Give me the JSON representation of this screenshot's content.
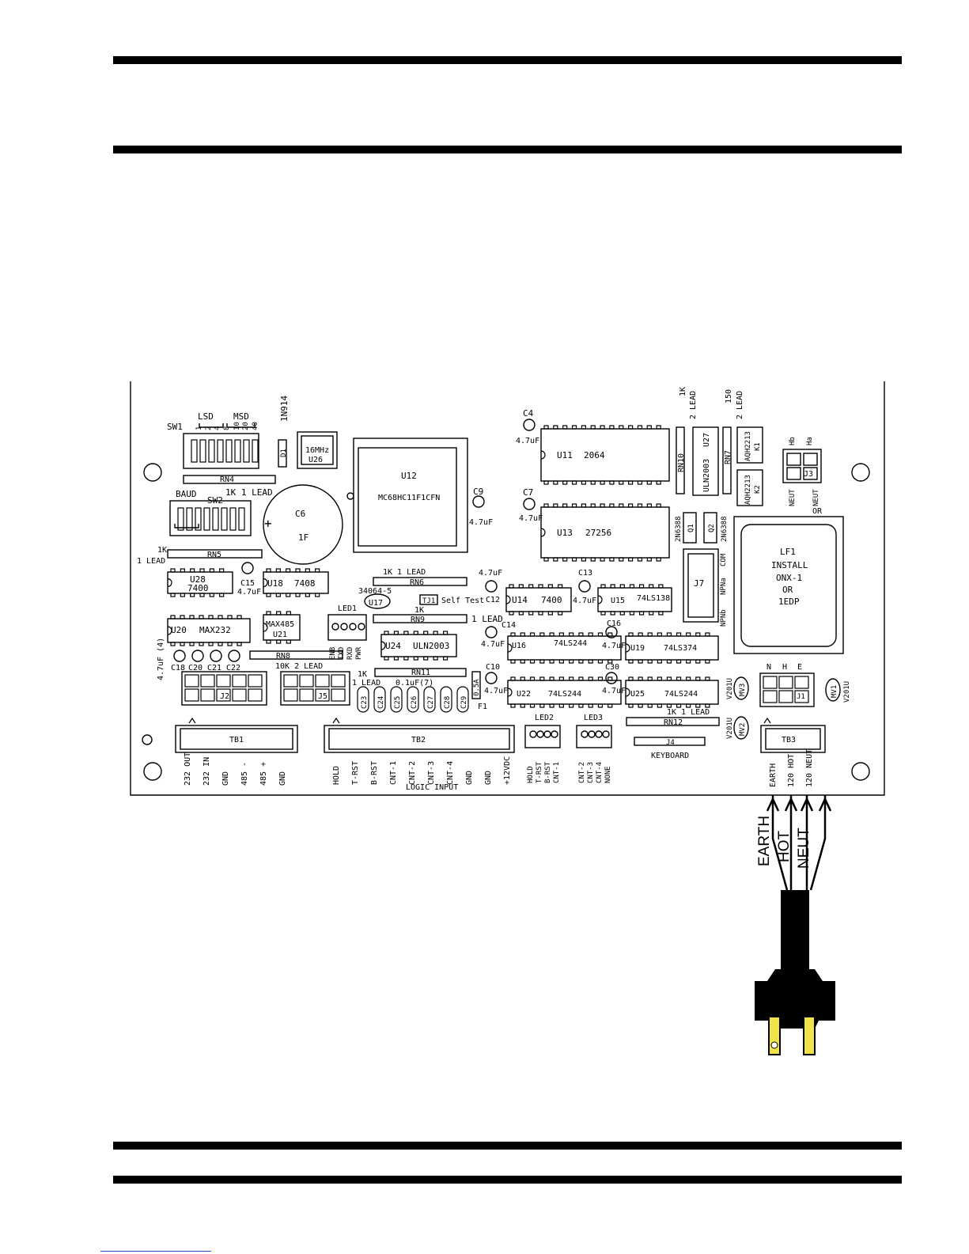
{
  "board": {
    "sw1": "SW1",
    "lsd": "LSD",
    "msd": "MSD",
    "sw1_bits": [
      "1",
      "2",
      "4",
      "8",
      "10",
      "20",
      "40"
    ],
    "d1_part": "1N914",
    "d1": "D1",
    "u26": "U26",
    "u26_freq": "16MHz",
    "u12": "U12",
    "u12_part": "MC68HC11F1CFN",
    "c4": "C4",
    "c4_val": "4.7uF",
    "c7": "C7",
    "c7_val": "4.7uF",
    "c9": "C9",
    "c9_val": "4.7uF",
    "u11": "U11",
    "u11_part": "2064",
    "u13": "U13",
    "u13_part": "27256",
    "rn10": "RN10",
    "rn10_val": "1K",
    "rn10_lead": "2 LEAD",
    "u27": "U27",
    "u27_part": "ULN2003",
    "rn7": "RN7",
    "rn7_val": "150",
    "rn7_lead": "2 LEAD",
    "k1": "K1",
    "k1_part": "AQH2213",
    "k2": "K2",
    "k2_part": "AQH2213",
    "j3": "J3",
    "j3_hb": "Hb",
    "j3_ha": "Ha",
    "j3_neut1": "NEUT",
    "j3_neut2": "NEUT",
    "j3_or": "OR",
    "q1": "Q1",
    "q1_part": "2N6388",
    "q2": "Q2",
    "q2_part": "2N6388",
    "lf1": "LF1",
    "lf1_install": "INSTALL",
    "lf1_opt1": "ONX-1",
    "lf1_or": "OR",
    "lf1_opt2": "1EDP",
    "rn4": "RN4",
    "rn4_val": "1K 1 LEAD",
    "baud": "BAUD",
    "sw2": "SW2",
    "c6": "C6",
    "c6_val": "1F",
    "c6_plus": "+",
    "rn5": "RN5",
    "rn5_val": "1K",
    "rn5_lead": "1 LEAD",
    "u28": "U28",
    "u28_part": "7400",
    "c15": "C15",
    "c15_val": "4.7uF",
    "u18": "U18",
    "u18_part": "7408",
    "rn6": "RN6",
    "rn6_val": "1K  1 LEAD",
    "u17_part": "34064-5",
    "u17": "U17",
    "tj1": "TJ1",
    "self_test": "Self Test",
    "rn9": "RN9",
    "rn9_val": "1K",
    "rn9_lead": "1 LEAD",
    "c12": "C12",
    "c12_val": "4.7uF",
    "u14": "U14",
    "u14_part": "7400",
    "c13": "C13",
    "c13_val": "4.7uF",
    "u15": "U15",
    "u15_part": "74LS138",
    "j7": "J7",
    "j7_com": "COM",
    "j7_npna": "NPNa",
    "j7_npnb": "NPNb",
    "u20": "U20",
    "u20_part": "MAX232",
    "u21": "U21",
    "u21_part": "MAX485",
    "led1": "LED1",
    "led1_pins": [
      "ENB",
      "TXD",
      "RXD",
      "PWR"
    ],
    "u24": "U24",
    "u24_part": "ULN2003",
    "c14": "C14",
    "c14_val": "4.7uF",
    "u16": "U16",
    "u16_part": "74LS244",
    "c16": "C16",
    "c16_val": "4.7uF",
    "u19": "U19",
    "u19_part": "74LS374",
    "caps_small": [
      "C18",
      "C20",
      "C21",
      "C22"
    ],
    "caps_small_val": "4.7uF (4)",
    "rn8": "RN8",
    "rn8_val": "10K  2 LEAD",
    "j2": "J2",
    "j5": "J5",
    "rn11": "RN11",
    "rn11_val": "1K",
    "rn11_lead": "1 LEAD",
    "rn11_caps_val": "0.1uF(7)",
    "caps_row": [
      "C23",
      "C24",
      "C25",
      "C26",
      "C27",
      "C28",
      "C29"
    ],
    "f1": "F1",
    "f1_val": "0.5A",
    "c10": "C10",
    "c10_val": "4.7uF",
    "u22": "U22",
    "u22_part": "74LS244",
    "c30": "C30",
    "c30_val": "4.7uF",
    "u25": "U25",
    "u25_part": "74LS244",
    "j1": "J1",
    "j1_n": "N",
    "j1_h": "H",
    "j1_e": "E",
    "mv3": "MV3",
    "mv3_part": "V201U",
    "mv1": "MV1",
    "mv1_part": "V201U",
    "mv2": "MV2",
    "mv2_part": "V201U",
    "rn12": "RN12",
    "rn12_val": "1K  1 LEAD",
    "tb1": "TB1",
    "tb1_pins": [
      "232 OUT",
      "232 IN",
      "GND",
      "485 -",
      "485 +",
      "GND"
    ],
    "tb2": "TB2",
    "tb2_pins": [
      "HOLD",
      "T-RST",
      "B-RST",
      "CNT-1",
      "CNT-2",
      "CNT-3",
      "CNT-4",
      "GND",
      "GND",
      "+12VDC"
    ],
    "logic_input": "LOGIC INPUT",
    "led2": "LED2",
    "led2_pins": [
      "HOLD",
      "T-RST",
      "B-RST",
      "CNT-1"
    ],
    "led3": "LED3",
    "led3_pins": [
      "CNT-2",
      "CNT-3",
      "CNT-4",
      "NONE"
    ],
    "j4": "J4",
    "keyboard": "KEYBOARD",
    "tb3": "TB3",
    "tb3_pins": [
      "EARTH",
      "120 HOT",
      "120 NEUT"
    ]
  },
  "cord": {
    "wires": [
      "EARTH",
      "HOT",
      "NEUT"
    ]
  },
  "colors": {
    "ink": "#000000",
    "plug_prong": "#f2e24a",
    "link": "#3050c0"
  }
}
